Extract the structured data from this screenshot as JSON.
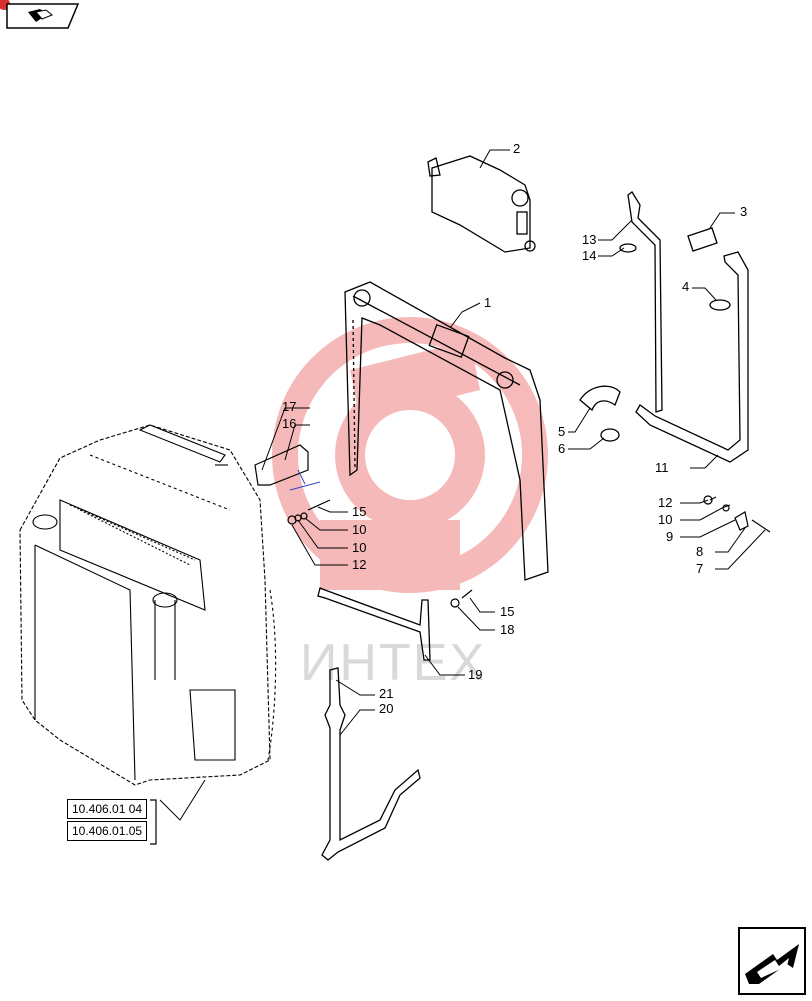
{
  "watermark": {
    "text": "ИНТЕХ",
    "color": "#f2b8b8"
  },
  "callouts": [
    "1",
    "2",
    "3",
    "4",
    "5",
    "6",
    "7",
    "8",
    "9",
    "10",
    "10",
    "10",
    "11",
    "12",
    "12",
    "13",
    "14",
    "15",
    "15",
    "16",
    "17",
    "18",
    "19",
    "20",
    "21"
  ],
  "references": [
    "10.406.01 04",
    "10.406.01.05"
  ],
  "nav": {
    "top_icon": "book-arrow-icon",
    "bottom_icon": "next-page-arrow-icon"
  }
}
